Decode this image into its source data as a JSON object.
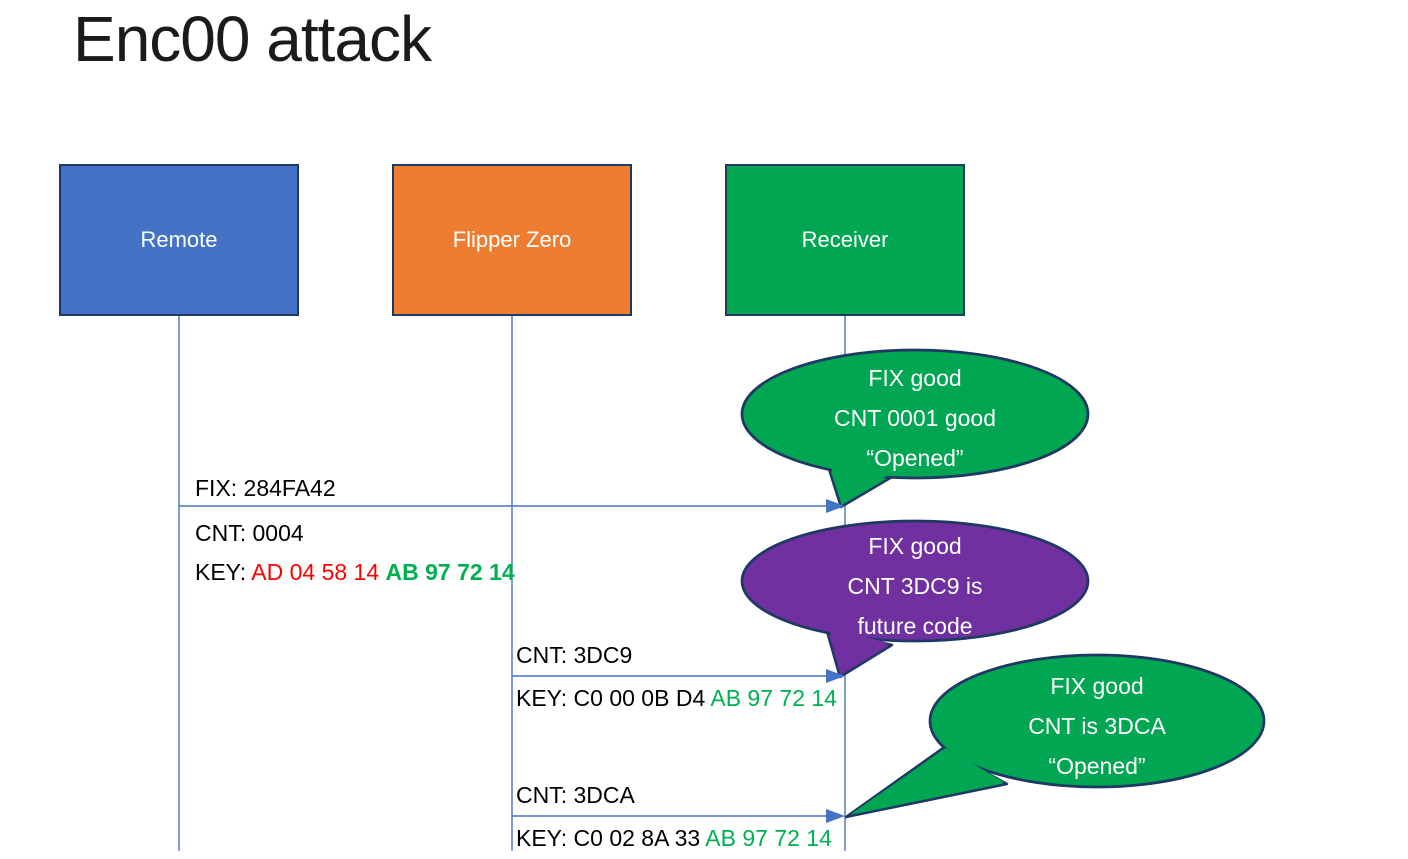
{
  "title": "Enc00 attack",
  "colors": {
    "remote_fill": "#4472C4",
    "flipper_fill": "#ED7D31",
    "receiver_fill": "#00A651",
    "callout_green": "#00A651",
    "callout_purple": "#7030A0",
    "outline_navy": "#1F3864",
    "arrow_blue": "#4472C4",
    "key_red": "#FF0000",
    "key_green": "#00B050"
  },
  "actors": [
    {
      "label": "Remote"
    },
    {
      "label": "Flipper Zero"
    },
    {
      "label": "Receiver"
    }
  ],
  "messages": [
    {
      "above": "FIX: 284FA42",
      "line_black": "CNT: 0004",
      "key_prefix": "KEY: ",
      "key_red": "AD 04 58 14 ",
      "key_green": "AB 97 72 14"
    },
    {
      "above": "CNT: 3DC9",
      "key_prefix": "KEY: ",
      "key_black": "C0 00 0B D4 ",
      "key_green": "AB 97 72 14"
    },
    {
      "above": "CNT: 3DCA",
      "key_prefix": "KEY: ",
      "key_black": "C0 02 8A 33 ",
      "key_green": "AB 97 72 14"
    }
  ],
  "callouts": [
    {
      "lines": [
        "FIX good",
        "CNT 0001 good",
        "“Opened”"
      ]
    },
    {
      "lines": [
        "FIX good",
        "CNT 3DC9 is",
        "future code"
      ]
    },
    {
      "lines": [
        "FIX good",
        "CNT is 3DCA",
        "“Opened”"
      ]
    }
  ]
}
